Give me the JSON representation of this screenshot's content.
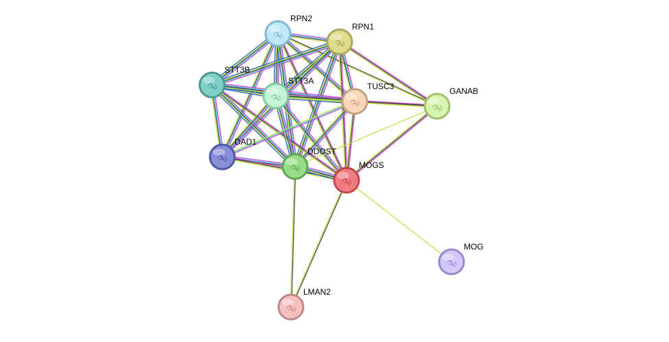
{
  "network": {
    "nodes": [
      {
        "id": "RPN2",
        "label": "RPN2",
        "fill": "#bfe8f8",
        "stroke": "#7fb8d8"
      },
      {
        "id": "RPN1",
        "label": "RPN1",
        "fill": "#dcdc8c",
        "stroke": "#a8a860"
      },
      {
        "id": "STT3B",
        "label": "STT3B",
        "fill": "#7ed1c8",
        "stroke": "#4a9a90"
      },
      {
        "id": "STT3A",
        "label": "STT3A",
        "fill": "#c4f4d8",
        "stroke": "#80c8a0"
      },
      {
        "id": "TUSC3",
        "label": "TUSC3",
        "fill": "#f8d8b8",
        "stroke": "#c8a080"
      },
      {
        "id": "GANAB",
        "label": "GANAB",
        "fill": "#d8f4b0",
        "stroke": "#a0c070"
      },
      {
        "id": "DAD1",
        "label": "DAD1",
        "fill": "#8890d8",
        "stroke": "#5058a8"
      },
      {
        "id": "DDOST",
        "label": "DDOST",
        "fill": "#98dc88",
        "stroke": "#60a858"
      },
      {
        "id": "MOGS",
        "label": "MOGS",
        "fill": "#f07c84",
        "stroke": "#c04848"
      },
      {
        "id": "MOG",
        "label": "MOG",
        "fill": "#d4c8f8",
        "stroke": "#9888c8"
      },
      {
        "id": "LMAN2",
        "label": "LMAN2",
        "fill": "#f4c0c0",
        "stroke": "#c08888"
      }
    ],
    "edge_colors": [
      "#d040d0",
      "#40c0e0",
      "#404040",
      "#c0e040",
      "#2060d0"
    ],
    "edges": [
      {
        "a": "RPN2",
        "b": "RPN1",
        "kinds": [
          0,
          1,
          2,
          3
        ]
      },
      {
        "a": "RPN2",
        "b": "STT3B",
        "kinds": [
          0,
          1,
          2,
          3,
          4
        ]
      },
      {
        "a": "RPN2",
        "b": "STT3A",
        "kinds": [
          0,
          1,
          2,
          3,
          4
        ]
      },
      {
        "a": "RPN2",
        "b": "TUSC3",
        "kinds": [
          0,
          1,
          2,
          3
        ]
      },
      {
        "a": "RPN2",
        "b": "GANAB",
        "kinds": [
          2,
          3
        ]
      },
      {
        "a": "RPN2",
        "b": "DAD1",
        "kinds": [
          0,
          1,
          2,
          3
        ]
      },
      {
        "a": "RPN2",
        "b": "DDOST",
        "kinds": [
          0,
          1,
          2,
          3,
          4
        ]
      },
      {
        "a": "RPN2",
        "b": "MOGS",
        "kinds": [
          0,
          2,
          3
        ]
      },
      {
        "a": "RPN1",
        "b": "STT3B",
        "kinds": [
          0,
          1,
          2,
          3,
          4
        ]
      },
      {
        "a": "RPN1",
        "b": "STT3A",
        "kinds": [
          0,
          1,
          2,
          3,
          4
        ]
      },
      {
        "a": "RPN1",
        "b": "TUSC3",
        "kinds": [
          0,
          1,
          2,
          3
        ]
      },
      {
        "a": "RPN1",
        "b": "GANAB",
        "kinds": [
          0,
          2,
          3
        ]
      },
      {
        "a": "RPN1",
        "b": "DAD1",
        "kinds": [
          0,
          1,
          2,
          3
        ]
      },
      {
        "a": "RPN1",
        "b": "DDOST",
        "kinds": [
          0,
          1,
          2,
          3,
          4
        ]
      },
      {
        "a": "RPN1",
        "b": "MOGS",
        "kinds": [
          0,
          2,
          3
        ]
      },
      {
        "a": "STT3B",
        "b": "STT3A",
        "kinds": [
          0,
          1,
          2,
          3,
          4
        ]
      },
      {
        "a": "STT3B",
        "b": "TUSC3",
        "kinds": [
          0,
          1,
          2,
          3,
          4
        ]
      },
      {
        "a": "STT3B",
        "b": "DAD1",
        "kinds": [
          0,
          1,
          2,
          3
        ]
      },
      {
        "a": "STT3B",
        "b": "DDOST",
        "kinds": [
          0,
          1,
          2,
          3,
          4
        ]
      },
      {
        "a": "STT3B",
        "b": "MOGS",
        "kinds": [
          0,
          2,
          3
        ]
      },
      {
        "a": "STT3A",
        "b": "TUSC3",
        "kinds": [
          0,
          1,
          2,
          3,
          4
        ]
      },
      {
        "a": "STT3A",
        "b": "GANAB",
        "kinds": [
          2,
          3
        ]
      },
      {
        "a": "STT3A",
        "b": "DAD1",
        "kinds": [
          0,
          1,
          2,
          3
        ]
      },
      {
        "a": "STT3A",
        "b": "DDOST",
        "kinds": [
          0,
          1,
          2,
          3,
          4
        ]
      },
      {
        "a": "STT3A",
        "b": "MOGS",
        "kinds": [
          0,
          1,
          2,
          3
        ]
      },
      {
        "a": "TUSC3",
        "b": "GANAB",
        "kinds": [
          0,
          2,
          3
        ]
      },
      {
        "a": "TUSC3",
        "b": "DAD1",
        "kinds": [
          0,
          1,
          3
        ]
      },
      {
        "a": "TUSC3",
        "b": "DDOST",
        "kinds": [
          0,
          1,
          2,
          3
        ]
      },
      {
        "a": "TUSC3",
        "b": "MOGS",
        "kinds": [
          0,
          2,
          3
        ]
      },
      {
        "a": "GANAB",
        "b": "DDOST",
        "kinds": [
          3
        ]
      },
      {
        "a": "GANAB",
        "b": "MOGS",
        "kinds": [
          0,
          2,
          3
        ]
      },
      {
        "a": "DAD1",
        "b": "DDOST",
        "kinds": [
          0,
          1,
          2,
          3
        ]
      },
      {
        "a": "DAD1",
        "b": "MOGS",
        "kinds": [
          0,
          2,
          3
        ]
      },
      {
        "a": "DDOST",
        "b": "MOGS",
        "kinds": [
          0,
          1,
          2,
          3,
          4
        ]
      },
      {
        "a": "DDOST",
        "b": "LMAN2",
        "kinds": [
          2,
          3
        ]
      },
      {
        "a": "MOGS",
        "b": "LMAN2",
        "kinds": [
          2,
          3
        ]
      },
      {
        "a": "MOGS",
        "b": "MOG",
        "kinds": [
          3
        ]
      }
    ]
  }
}
